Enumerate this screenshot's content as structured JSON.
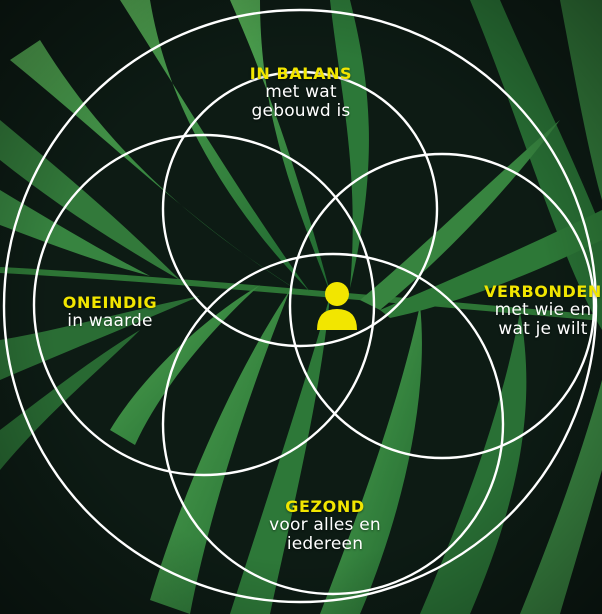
{
  "colors": {
    "background": "#0d1b14",
    "leaf_light": "#4fa64e",
    "leaf_dark": "#1f5a2c",
    "circle_stroke": "#ffffff",
    "accent": "#f2e600"
  },
  "center_icon": "person-icon",
  "segments": {
    "top": {
      "title": "IN BALANS",
      "lines": [
        "met wat",
        "gebouwd is"
      ]
    },
    "left": {
      "title": "ONEINDIG",
      "lines": [
        "in waarde"
      ]
    },
    "right": {
      "title": "VERBONDEN",
      "lines": [
        "met wie en",
        "wat je wilt"
      ]
    },
    "bottom": {
      "title": "GEZOND",
      "lines": [
        "voor alles en",
        "iedereen"
      ]
    }
  }
}
